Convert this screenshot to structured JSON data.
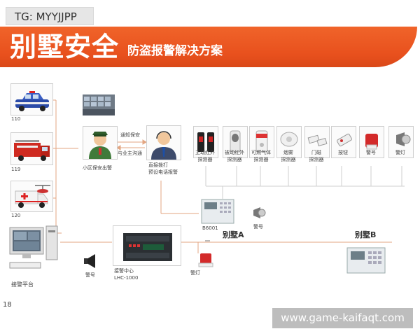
{
  "watermark_tg": "TG: MYYJJPP",
  "watermark_url": "www.game-kaifaqt.com",
  "header": {
    "title": "别墅安全",
    "subtitle": "防盗报警解决方案"
  },
  "page_number": "18",
  "services": [
    {
      "label": "110"
    },
    {
      "label": "119"
    },
    {
      "label": "120"
    }
  ],
  "people": {
    "guard_label": "小区保安出警",
    "notify_label": "通知保安",
    "communicate_label": "与业主沟通",
    "operator_label_1": "直接拨打",
    "operator_label_2": "预设电话报警"
  },
  "detectors": [
    {
      "label_1": "主动红外",
      "label_2": "探测器"
    },
    {
      "label_1": "被动红外",
      "label_2": "探测器"
    },
    {
      "label_1": "可燃气体",
      "label_2": "探测器"
    },
    {
      "label_1": "烟雾",
      "label_2": "探测器"
    },
    {
      "label_1": "门磁",
      "label_2": "探测器"
    },
    {
      "label_1": "按钮",
      "label_2": ""
    },
    {
      "label_1": "警号",
      "label_2": ""
    },
    {
      "label_1": "警灯",
      "label_2": ""
    }
  ],
  "panel_a": {
    "model": "B6001",
    "siren_label": "警号",
    "villa_label": "别墅A"
  },
  "villa_b_label": "别墅B",
  "center": {
    "label_1": "接警中心",
    "label_2": "LHC-1000"
  },
  "platform_label": "接警平台",
  "center_siren_label": "警号",
  "center_light_label": "警灯",
  "colors": {
    "accent": "#e8501d",
    "line": "#e0a27f"
  }
}
